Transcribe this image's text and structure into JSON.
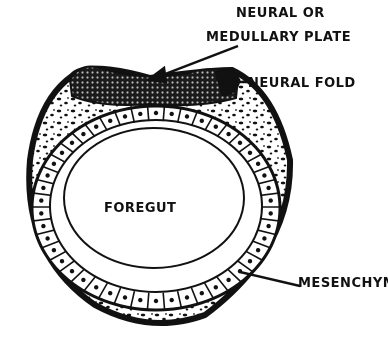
{
  "labels": {
    "neural_plate_line1": "NEURAL   OR",
    "neural_plate_line2": "MEDULLARY   PLATE",
    "neural_fold": "NEURAL   FOLD",
    "foregut": "FOREGUT",
    "mesenchyme": "MESENCHYME"
  },
  "colors": {
    "ink": "#111111",
    "paper": "#ffffff"
  }
}
